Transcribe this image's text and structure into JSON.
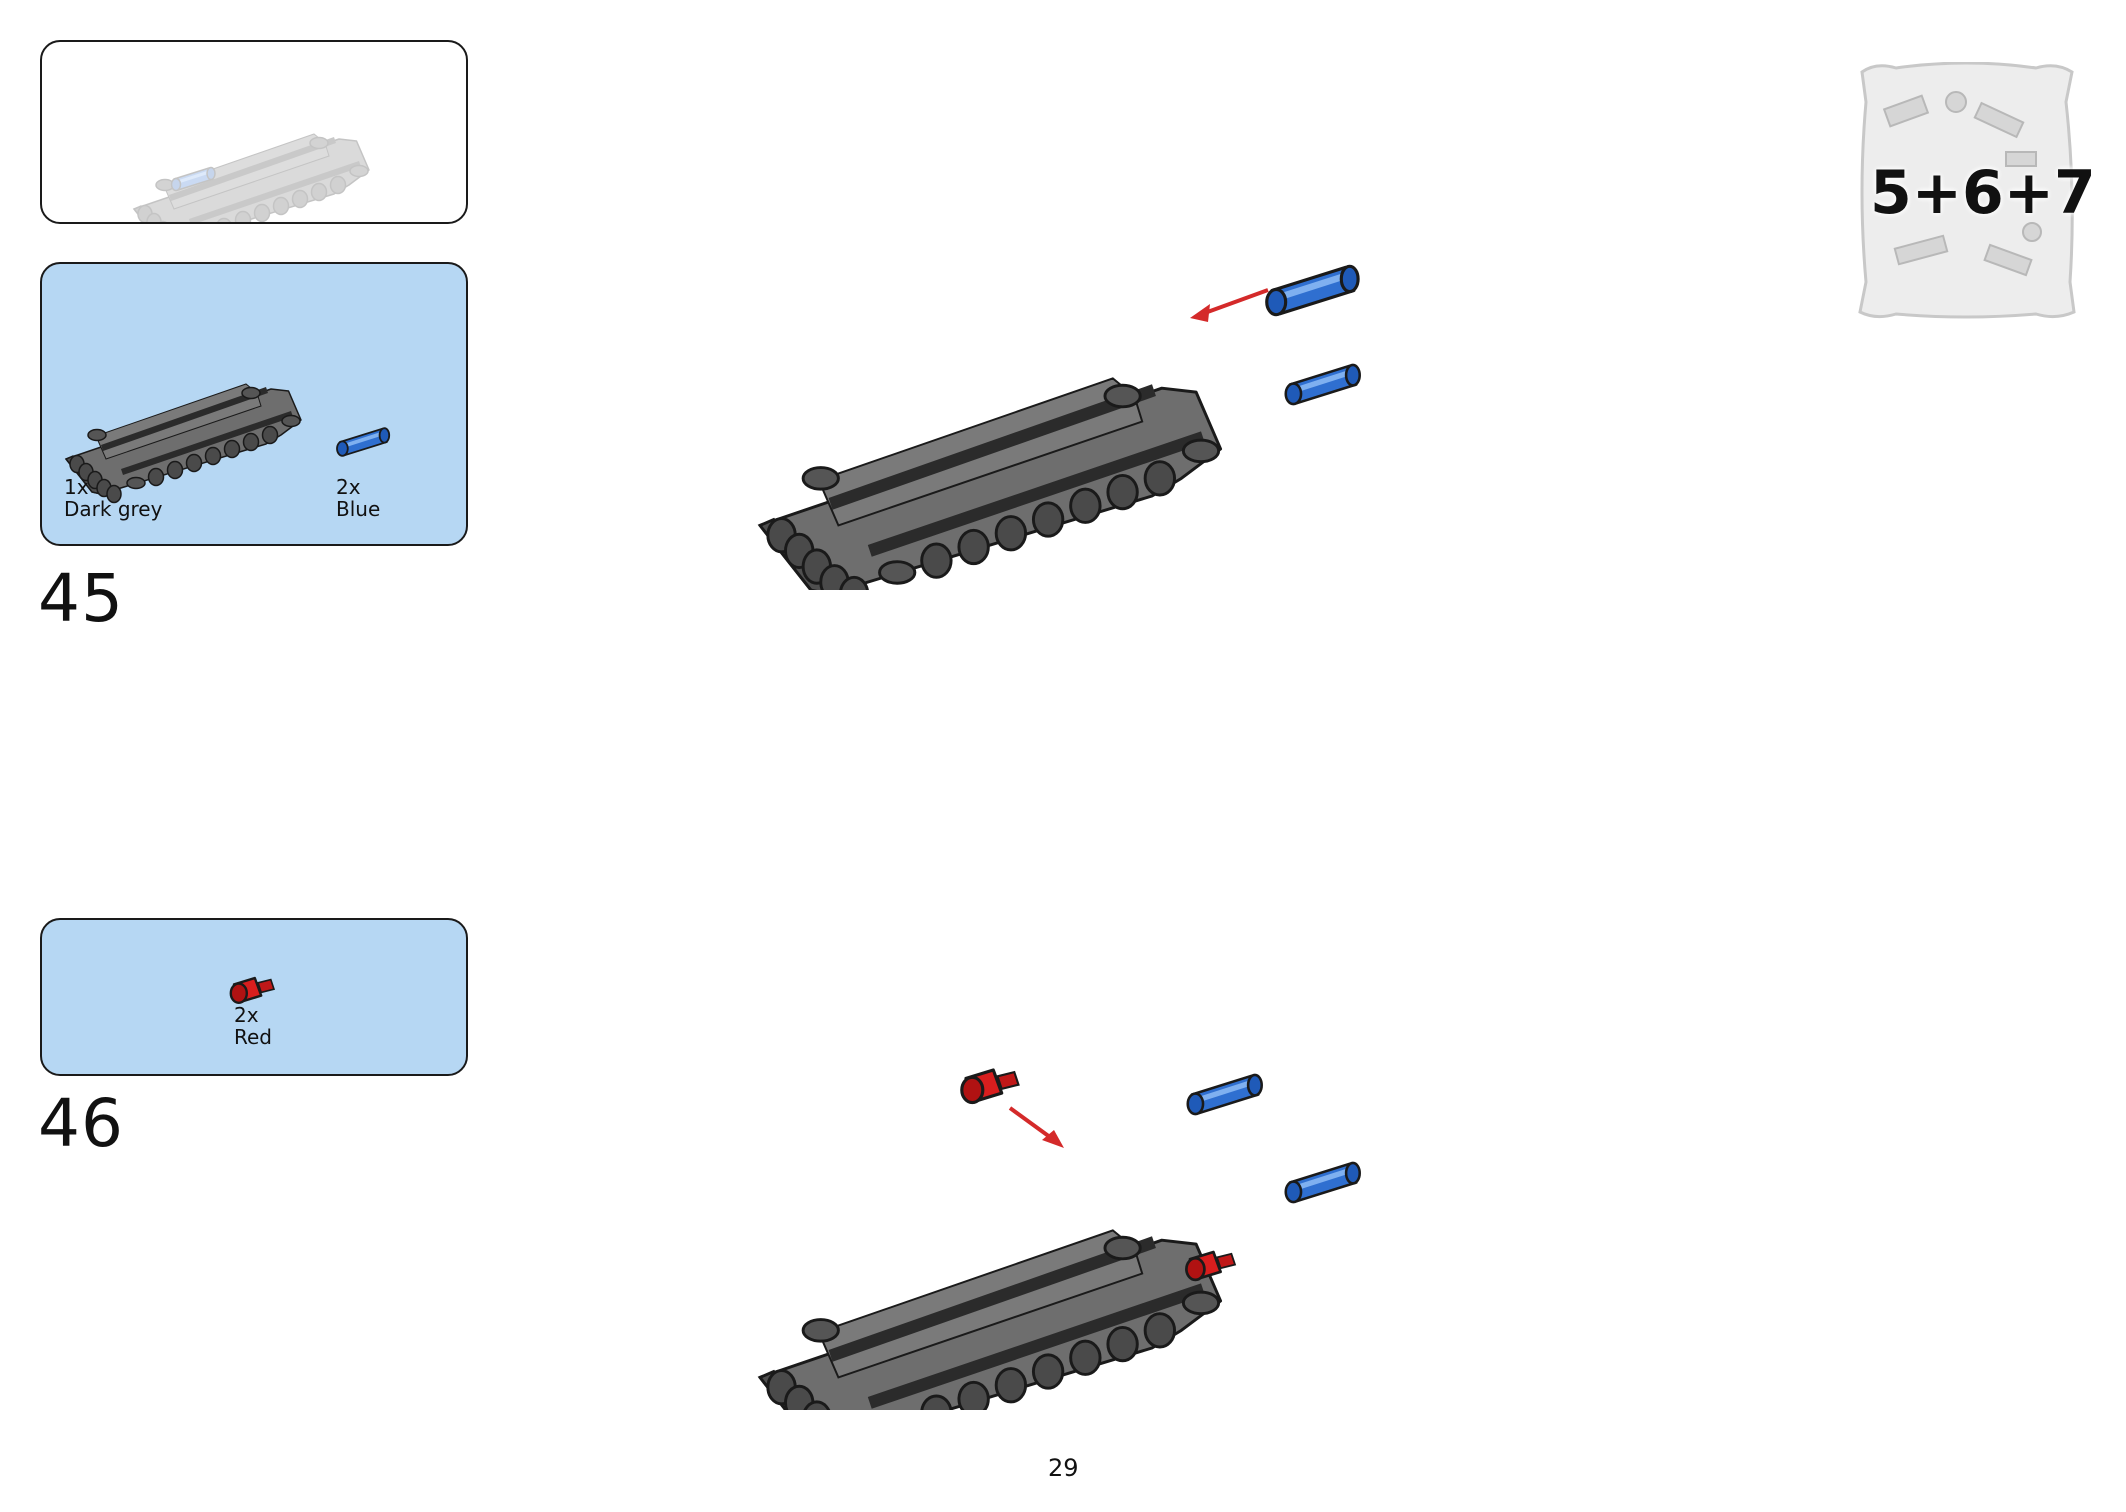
{
  "page": {
    "number": "29"
  },
  "bag": {
    "label": "5+6+7"
  },
  "steps": [
    {
      "number": "45",
      "parts": [
        {
          "qty": "1x",
          "color": "Dark grey"
        },
        {
          "qty": "2x",
          "color": "Blue"
        }
      ]
    },
    {
      "number": "46",
      "parts": [
        {
          "qty": "2x",
          "color": "Red"
        }
      ]
    }
  ],
  "colors": {
    "panel_blue": "#b6d7f3",
    "dark_grey": "#6b6b6b",
    "pin_blue": "#2f6fd0",
    "pin_red": "#d81e1e",
    "arrow_red": "#d42a2a"
  }
}
